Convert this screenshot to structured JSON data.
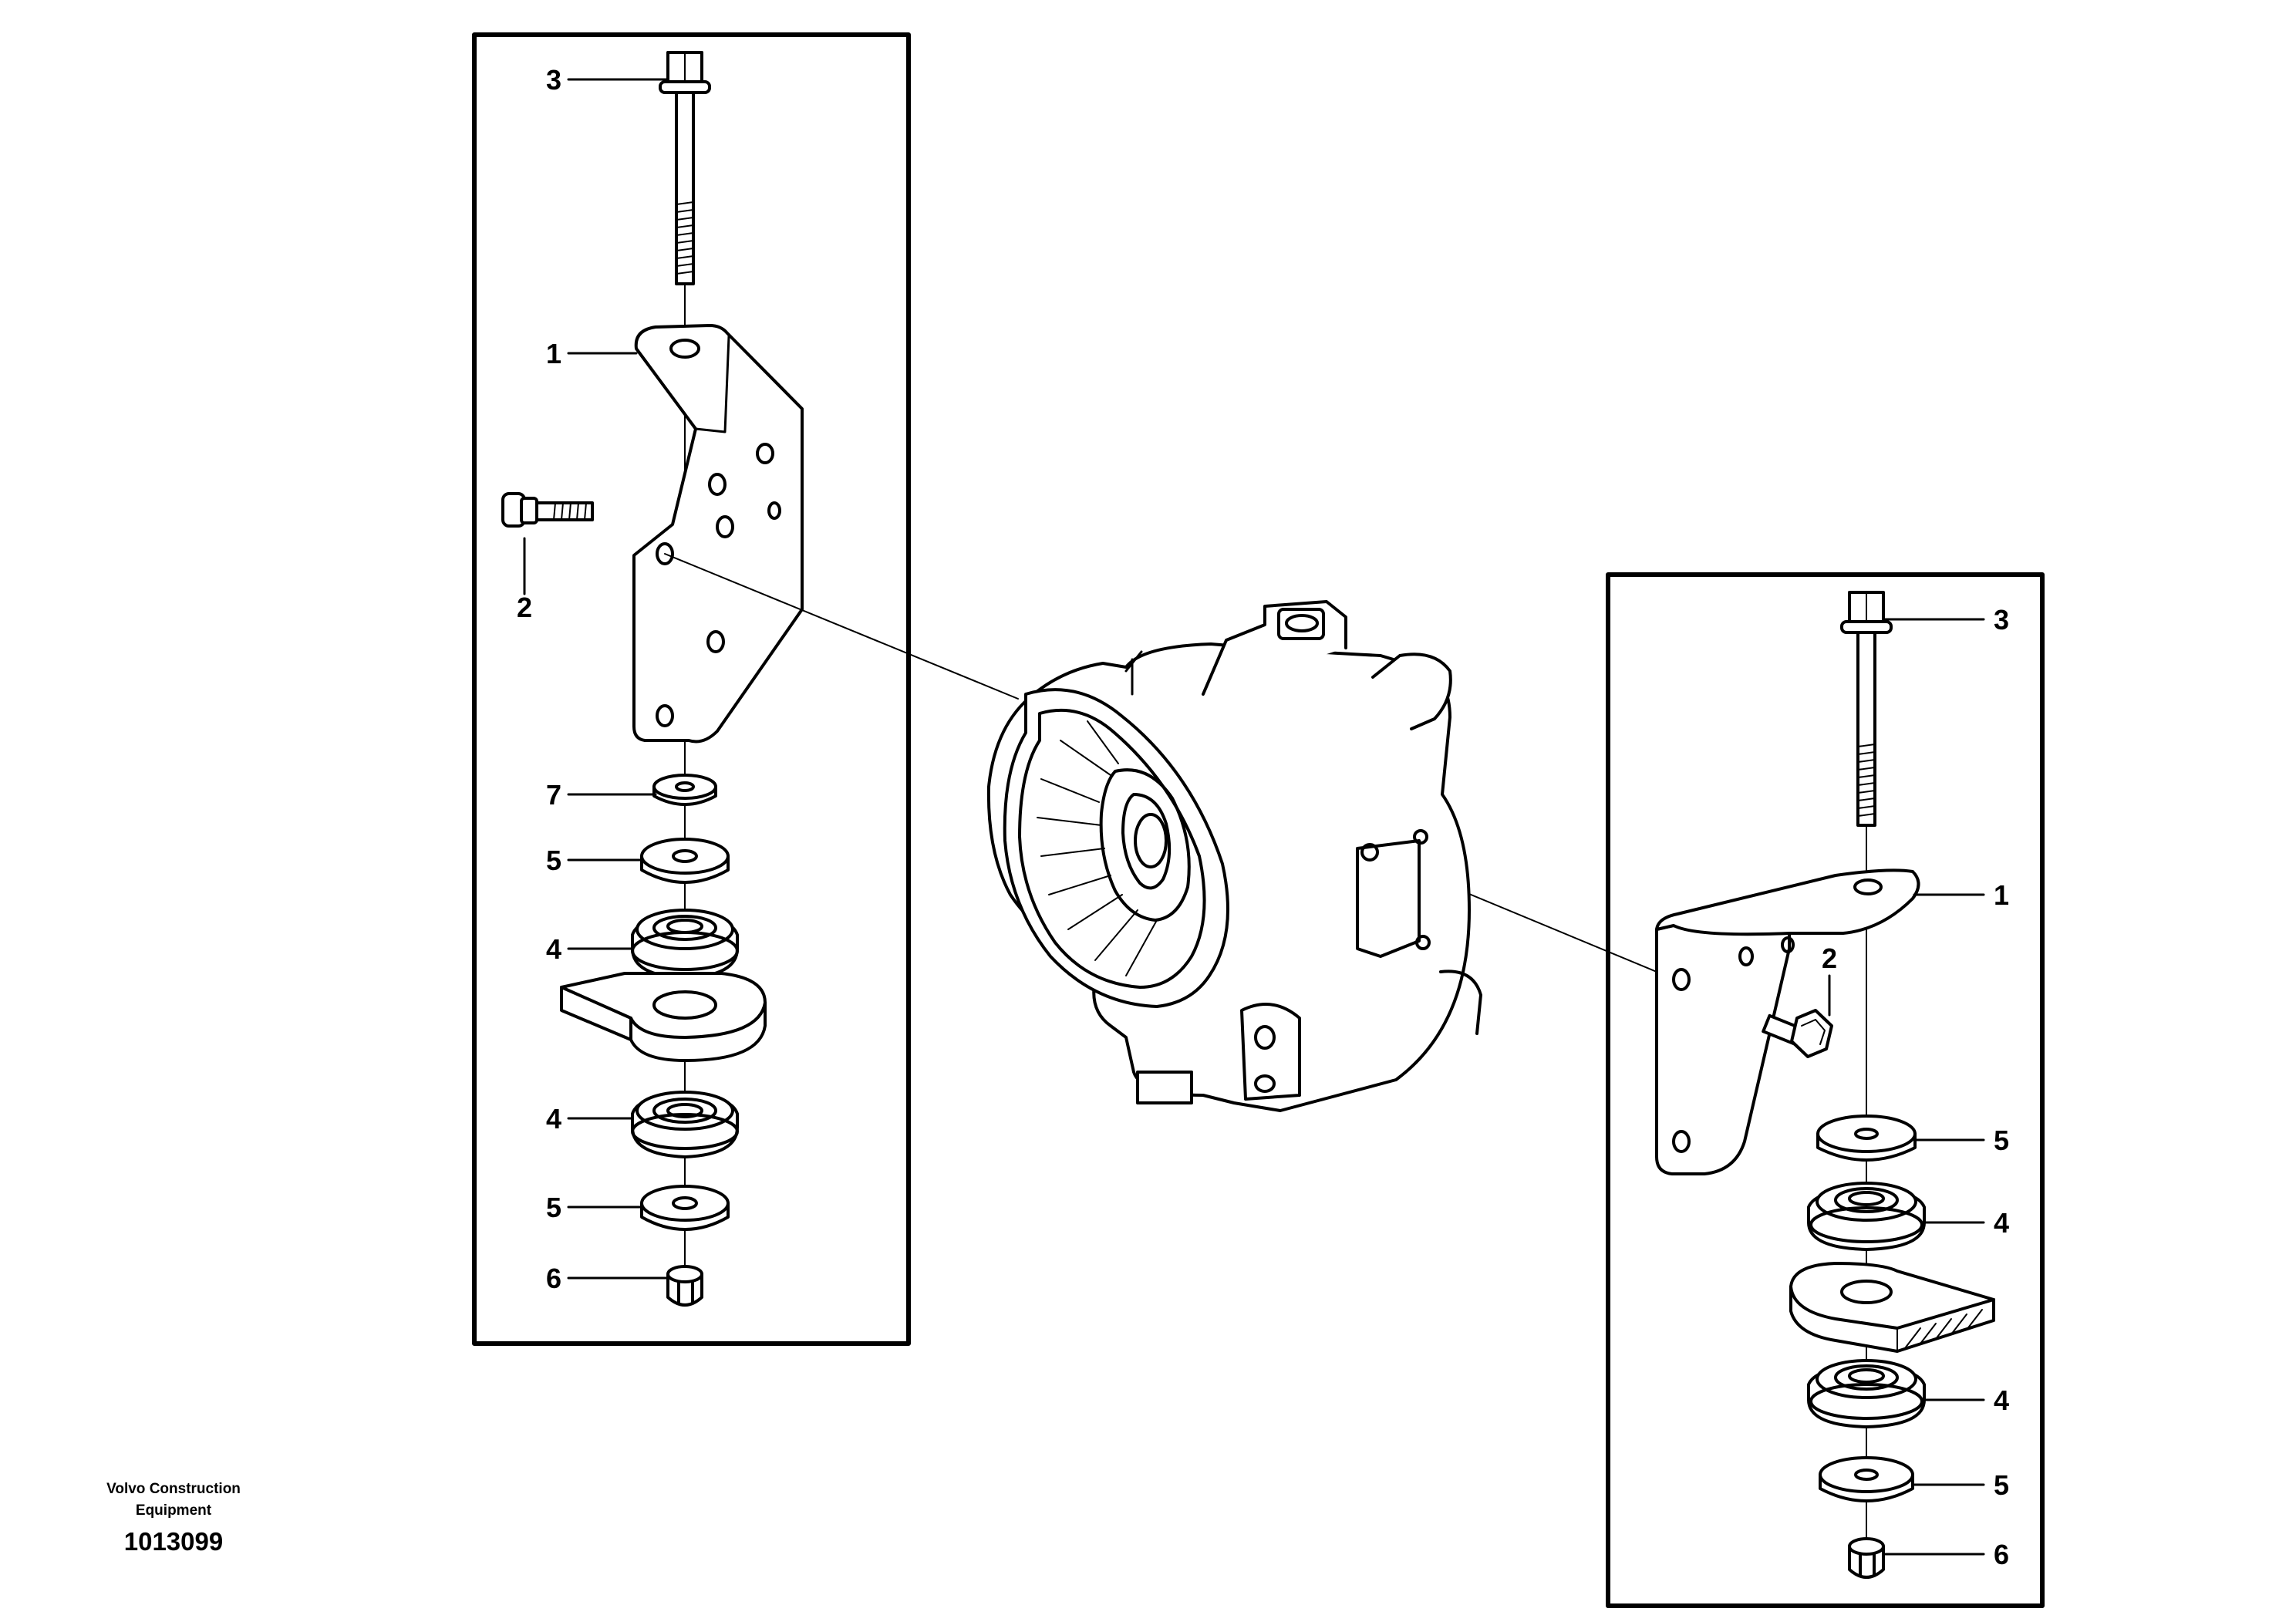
{
  "footer": {
    "company_line1": "Volvo Construction",
    "company_line2": "Equipment",
    "document_number": "1013099"
  },
  "callouts": {
    "left": [
      "3",
      "1",
      "2",
      "7",
      "5",
      "4",
      "4",
      "5",
      "6"
    ],
    "right": [
      "3",
      "1",
      "2",
      "5",
      "4",
      "4",
      "5",
      "6"
    ]
  }
}
